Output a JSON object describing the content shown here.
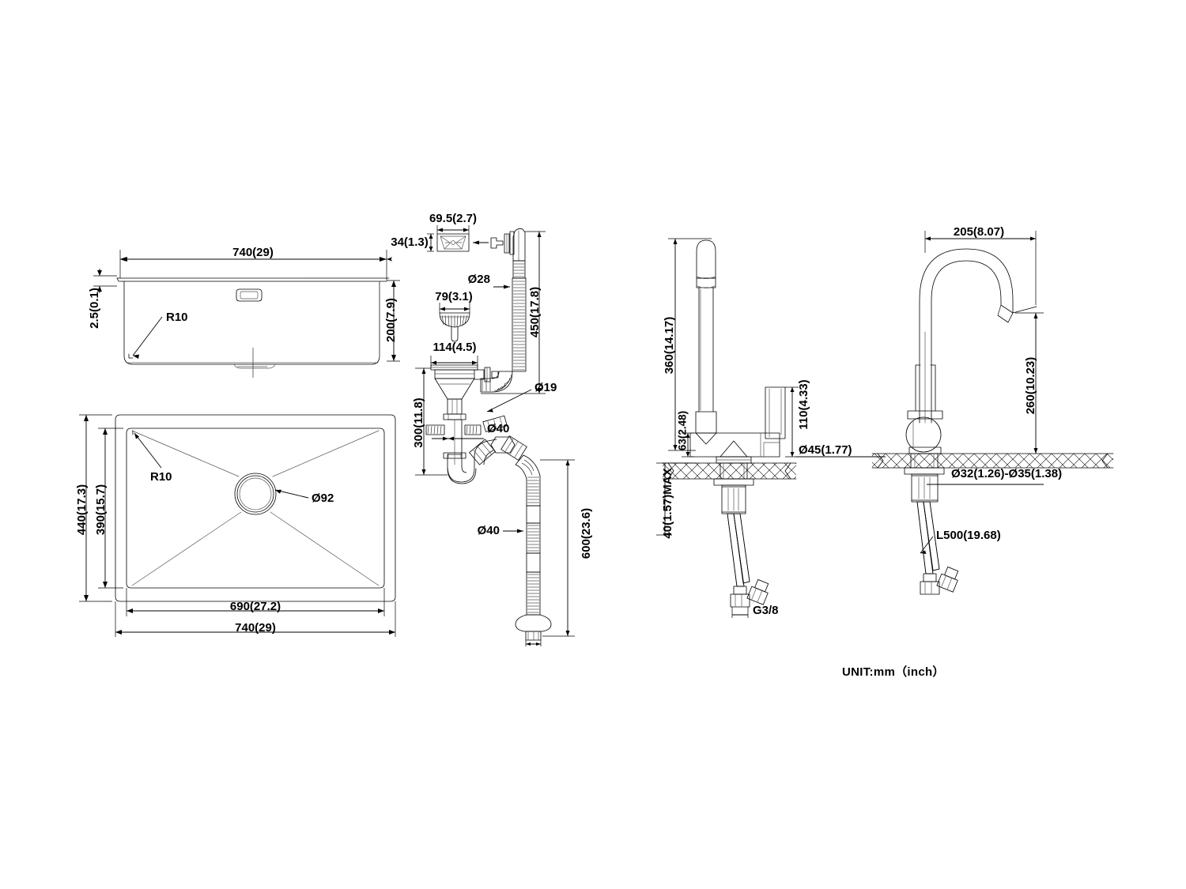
{
  "drawing": {
    "title": "Kitchen sink and faucet technical dimension drawing",
    "unit_note": "UNIT:mm（inch）",
    "line_color": "#000000",
    "background_color": "#ffffff"
  },
  "sink_side_view": {
    "name": "sink-side-elevation",
    "dim_width": "740(29)",
    "dim_height": "200(7.9)",
    "dim_thickness": "2.5(0.1)",
    "dim_radius": "R10"
  },
  "sink_plan_view": {
    "name": "sink-top-plan",
    "dim_outer_height": "440(17.3)",
    "dim_inner_height": "390(15.7)",
    "dim_inner_width": "690(27.2)",
    "dim_outer_width": "740(29)",
    "dim_radius": "R10",
    "dim_drain_hole": "Ø92"
  },
  "drain_assembly": {
    "name": "drain-overflow-assembly",
    "dim_overflow_cover_width": "69.5(2.7)",
    "dim_overflow_cover_height": "34(1.3)",
    "dim_strainer_basket": "79(3.1)",
    "dim_strainer_flange": "114(4.5)",
    "dim_overflow_hose_dia": "Ø28",
    "dim_overflow_hose_len": "450(17.8)",
    "dim_trap_drop": "300(11.8)",
    "dim_small_outlet": "Ø19",
    "dim_trap_dia": "Ø40",
    "dim_waste_hose_dia": "Ø40",
    "dim_waste_hose_len": "600(23.6)"
  },
  "faucet_straight": {
    "name": "faucet-straight-spout",
    "dim_total_height": "360(14.17)",
    "dim_body_height": "63(2.48)",
    "dim_handle_height": "110(4.33)",
    "dim_base_dia": "Ø45(1.77)",
    "dim_counter_thickness": "40(1.57)MAX",
    "dim_thread": "G3/8"
  },
  "faucet_gooseneck": {
    "name": "faucet-gooseneck",
    "dim_reach": "205(8.07)",
    "dim_spout_height": "260(10.23)",
    "dim_hole_dia": "Ø32(1.26)-Ø35(1.38)",
    "dim_hose_length": "L500(19.68)"
  }
}
